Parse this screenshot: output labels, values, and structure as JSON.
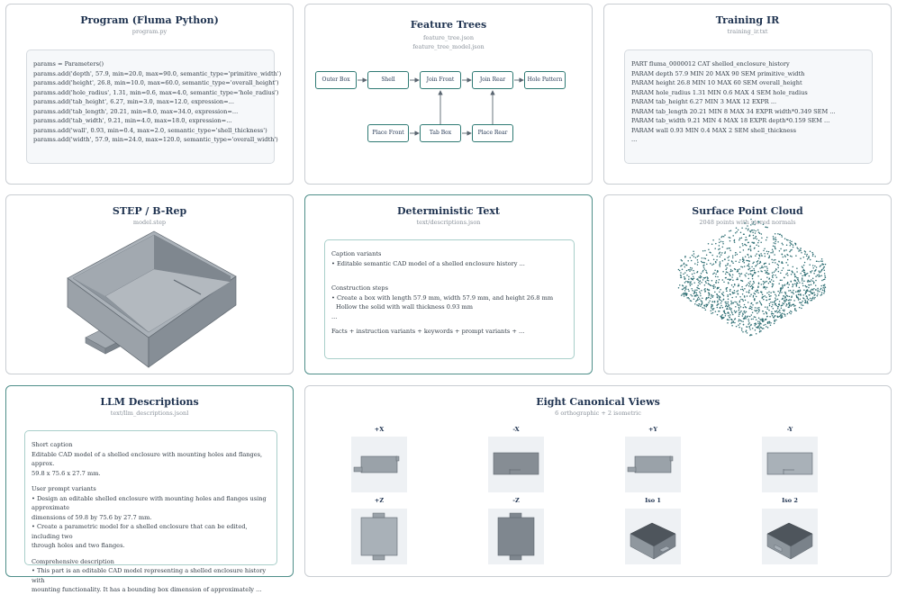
{
  "program": {
    "title": "Program (Fluma Python)",
    "subtitle": "program.py",
    "lines": [
      "params = Parameters()",
      "params.add('depth', 57.9, min=20.0, max=90.0, semantic_type='primitive_width')",
      "params.add('height', 26.8, min=10.0, max=60.0, semantic_type='overall_height')",
      "params.add('hole_radius', 1.31, min=0.6, max=4.0, semantic_type='hole_radius')",
      "params.add('tab_height', 6.27, min=3.0, max=12.0, expression=...",
      "params.add('tab_length', 20.21, min=8.0, max=34.0, expression=...",
      "params.add('tab_width', 9.21, min=4.0, max=18.0, expression=...",
      "params.add('wall', 0.93, min=0.4, max=2.0, semantic_type='shell_thickness')",
      "params.add('width', 57.9, min=24.0, max=120.0, semantic_type='overall_width')"
    ]
  },
  "feature_trees": {
    "title": "Feature Trees",
    "subtitle1": "feature_tree.json",
    "subtitle2": "feature_tree_model.json",
    "nodes": {
      "outer_box": "Outer Box",
      "shell": "Shell",
      "join_front": "Join Front",
      "join_rear": "Join Rear",
      "hole_pattern": "Hole Pattern",
      "place_front": "Place Front",
      "tab_box": "Tab Box",
      "place_rear": "Place Rear"
    }
  },
  "training_ir": {
    "title": "Training IR",
    "subtitle": "training_ir.txt",
    "lines": [
      "PART fluma_0000012 CAT shelled_enclosure_history",
      "PARAM depth 57.9 MIN 20 MAX 90 SEM primitive_width",
      "PARAM height 26.8 MIN 10 MAX 60 SEM overall_height",
      "PARAM hole_radius 1.31 MIN 0.6 MAX 4 SEM hole_radius",
      "PARAM tab_height 6.27 MIN 3 MAX 12 EXPR ...",
      "PARAM tab_length 20.21 MIN 8 MAX 34 EXPR width*0.349 SEM ...",
      "PARAM tab_width 9.21 MIN 4 MAX 18 EXPR depth*0.159 SEM ...",
      "PARAM wall 0.93 MIN 0.4 MAX 2 SEM shell_thickness",
      "..."
    ]
  },
  "step": {
    "title": "STEP / B-Rep",
    "subtitle": "model.step"
  },
  "deterministic": {
    "title": "Deterministic Text",
    "subtitle": "text/descriptions.json",
    "caption_head": "Caption variants",
    "caption_line": "• Editable semantic CAD model of a shelled enclosure history ...",
    "steps_head": "Construction steps",
    "steps_line1": "• Create a box with length 57.9 mm, width 57.9 mm, and height 26.8 mm",
    "steps_line2": "Hollow the solid with wall thickness 0.93 mm",
    "steps_line3": "...",
    "facts_line": "Facts + instruction variants + keywords + prompt variants + ..."
  },
  "pointcloud": {
    "title": "Surface Point Cloud",
    "subtitle": "2048 points with stored normals",
    "point_color": "#2f6f74"
  },
  "llm": {
    "title": "LLM Descriptions",
    "subtitle": "text/llm_descriptions.jsonl",
    "short_head": "Short caption",
    "short_line1": "Editable CAD model of a shelled enclosure with mounting holes and flanges, approx.",
    "short_line2": "59.8 x 75.6 x 27.7 mm.",
    "prompt_head": "User prompt variants",
    "prompt_line1": "• Design an editable shelled enclosure with mounting holes and flanges using approximate",
    "prompt_line2": "dimensions of 59.8 by 75.6 by 27.7 mm.",
    "prompt_line3": "• Create a parametric model for a shelled enclosure that can be edited, including two",
    "prompt_line4": "through holes and two flanges.",
    "comp_head": "Comprehensive description",
    "comp_line1": "• This part is an editable CAD model representing a shelled enclosure history with",
    "comp_line2": "mounting functionality. It has a bounding box dimension of approximately ..."
  },
  "views": {
    "title": "Eight Canonical Views",
    "subtitle": "6 orthographic + 2 isometric",
    "labels": [
      "+X",
      "-X",
      "+Y",
      "-Y",
      "+Z",
      "-Z",
      "Iso 1",
      "Iso 2"
    ]
  },
  "colors": {
    "accent": "#2f7a74",
    "title": "#1f3350",
    "model_gray": "#8c949c"
  }
}
